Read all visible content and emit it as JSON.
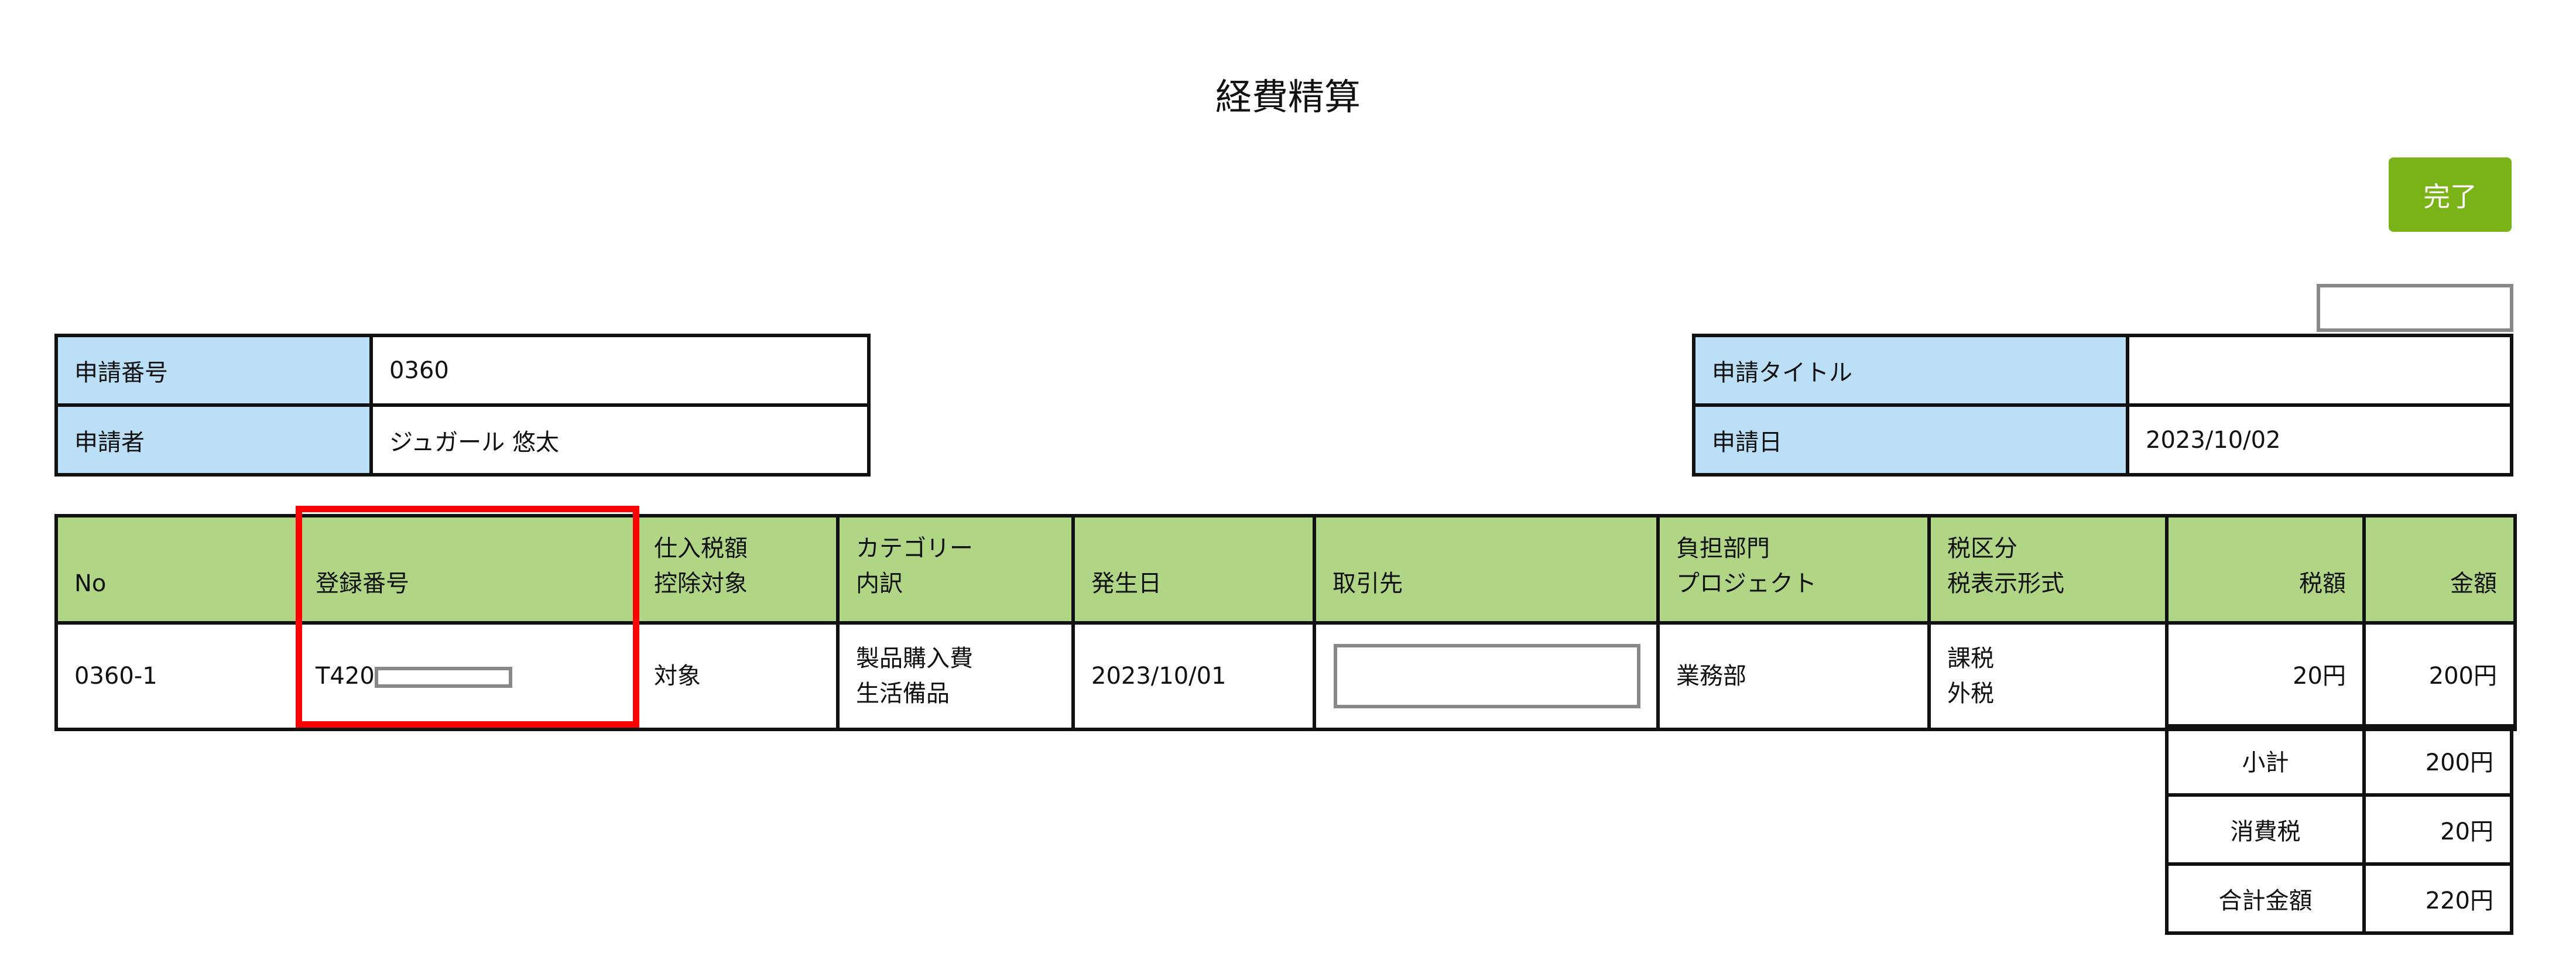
{
  "page_title": "経費精算",
  "done_button": "完了",
  "info_left": [
    {
      "label": "申請番号",
      "value": "0360"
    },
    {
      "label": "申請者",
      "value": "ジュガール 悠太"
    }
  ],
  "info_right": [
    {
      "label": "申請タイトル",
      "value": ""
    },
    {
      "label": "申請日",
      "value": "2023/10/02"
    }
  ],
  "table": {
    "headers": {
      "no": "No",
      "reg_no": "登録番号",
      "deduct_1": "仕入税額",
      "deduct_2": "控除対象",
      "cat_1": "カテゴリー",
      "cat_2": "内訳",
      "date": "発生日",
      "vendor": "取引先",
      "dept_1": "負担部門",
      "dept_2": "プロジェクト",
      "taxcls_1": "税区分",
      "taxcls_2": "税表示形式",
      "tax": "税額",
      "amount": "金額"
    },
    "rows": [
      {
        "no": "0360-1",
        "reg_no": "T420",
        "deduct": "対象",
        "cat_1": "製品購入費",
        "cat_2": "生活備品",
        "date": "2023/10/01",
        "vendor": "",
        "dept": "業務部",
        "taxcls_1": "課税",
        "taxcls_2": "外税",
        "tax": "20円",
        "amount": "200円"
      }
    ],
    "summary": [
      {
        "label": "小計",
        "value": "200円"
      },
      {
        "label": "消費税",
        "value": "20円"
      },
      {
        "label": "合計金額",
        "value": "220円"
      }
    ]
  }
}
